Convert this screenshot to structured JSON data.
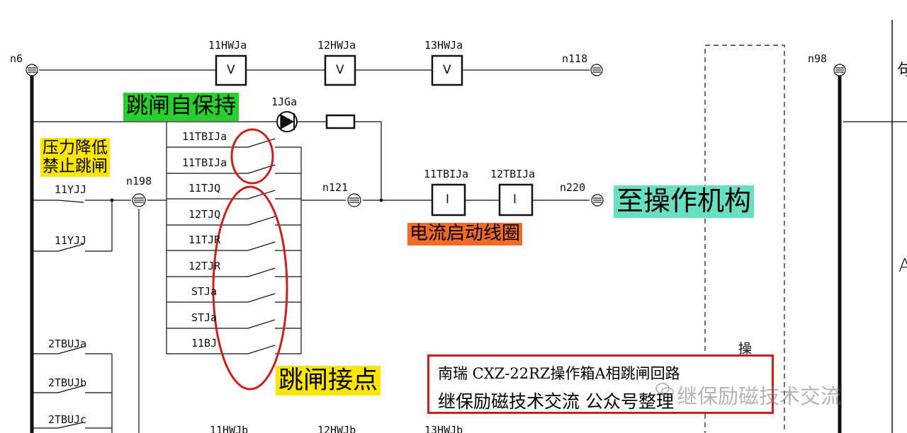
{
  "colors": {
    "green": "#27d02a",
    "yellow": "#ffe600",
    "cyan": "#66e0c0",
    "orange": "#f06a28",
    "red": "#cc1f1f",
    "ink": "#111111"
  },
  "nodes": {
    "n6": "n6",
    "n118": "n118",
    "n98": "n98",
    "n198": "n198",
    "n121": "n121",
    "n220": "n220"
  },
  "relays_top": [
    "11HWJa",
    "12HWJa",
    "13HWJa"
  ],
  "relays_bottom": [
    "11HWJb",
    "12HWJb",
    "13HWJb"
  ],
  "coil_symbol_v": "V",
  "coil_symbol_i": "I",
  "lamp_label": "1JGa",
  "left_contacts": [
    "11YJJ",
    "11YJJ"
  ],
  "tbu_contacts": [
    "2TBUJa",
    "2TBUJb",
    "2TBUJc"
  ],
  "ladder_contacts": [
    "11TBIJa",
    "11TBIJa",
    "11TJQ",
    "12TJQ",
    "11TJR",
    "12TJR",
    "STJa",
    "STJa",
    "11BJ"
  ],
  "trip_coils": [
    "11TBIJa",
    "12TBIJa"
  ],
  "annotations": {
    "self_hold": "跳闸自保持",
    "pressure_low": [
      "压力降低",
      "禁止跳闸"
    ],
    "to_mechanism": "至操作机构",
    "current_coil": "电流启动线圈",
    "trip_contacts": "跳闸接点"
  },
  "caption": {
    "line1": "南瑞 CXZ-22RZ操作箱A相跳闸回路",
    "line2": "继保励磁技术交流  公众号整理"
  },
  "watermark": "继保励磁技术交流",
  "right_glyphs": {
    "cao": "操",
    "top": "句",
    "mid": "A"
  }
}
